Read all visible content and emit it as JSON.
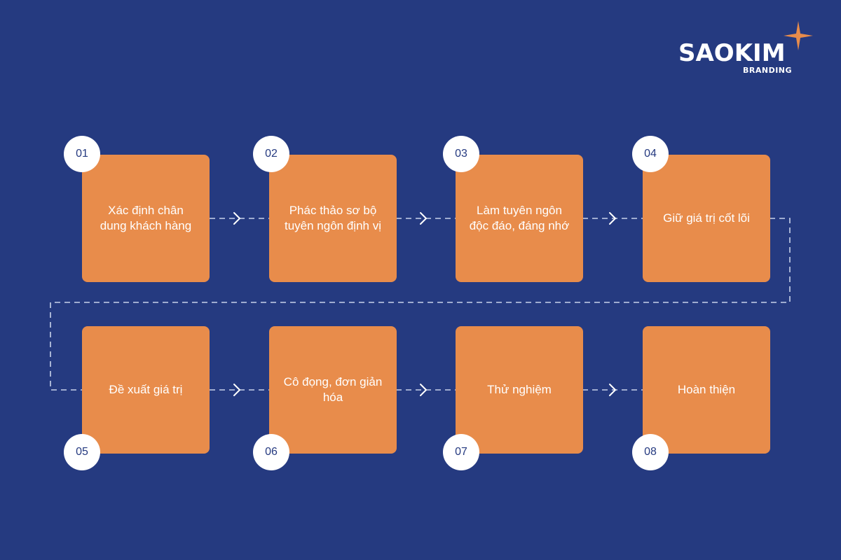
{
  "brand": {
    "name": "SAOKIM",
    "sub": "BRANDING"
  },
  "steps": [
    {
      "num": "01",
      "label": "Xác định chân dung khách hàng"
    },
    {
      "num": "02",
      "label": "Phác thảo sơ bộ tuyên ngôn định vị"
    },
    {
      "num": "03",
      "label": "Làm tuyên ngôn độc đáo, đáng nhớ"
    },
    {
      "num": "04",
      "label": "Giữ giá trị cốt lõi"
    },
    {
      "num": "05",
      "label": "Đề xuất giá trị"
    },
    {
      "num": "06",
      "label": "Cô đọng, đơn giản hóa"
    },
    {
      "num": "07",
      "label": "Thử nghiệm"
    },
    {
      "num": "08",
      "label": "Hoàn thiện"
    }
  ],
  "colors": {
    "background": "#253a80",
    "box": "#e88c4b",
    "star": "#e88c4b",
    "badge": "#ffffff",
    "line": "#c9d2ea"
  }
}
